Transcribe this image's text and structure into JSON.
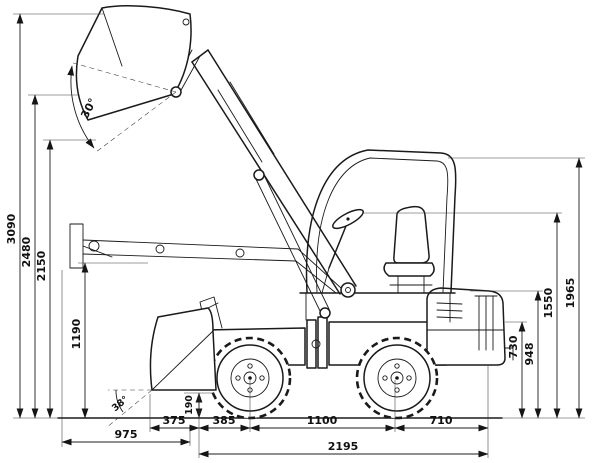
{
  "drawing": {
    "subject": "Compact articulated telescopic loader - side elevation dimension drawing",
    "units": "mm",
    "background": "#ffffff",
    "line_color": "#1a1a1a"
  },
  "dimensions": {
    "left": {
      "max_dump_height": "3090",
      "hinge_pin_height": "2480",
      "lift_height": "2150",
      "boom_transport_height": "1190"
    },
    "right": {
      "overall_height": "1965",
      "steering_wheel_height": "1550",
      "hood_height": "948",
      "rear_frame_height": "730"
    },
    "bottom": {
      "bucket_projection": "375",
      "front_overhang": "385",
      "wheelbase": "1100",
      "rear_overhang": "710",
      "front_reach": "975",
      "overall_length": "2195"
    },
    "other": {
      "ground_clearance": "190",
      "dump_angle": "30°",
      "bucket_angle": "38°"
    }
  }
}
